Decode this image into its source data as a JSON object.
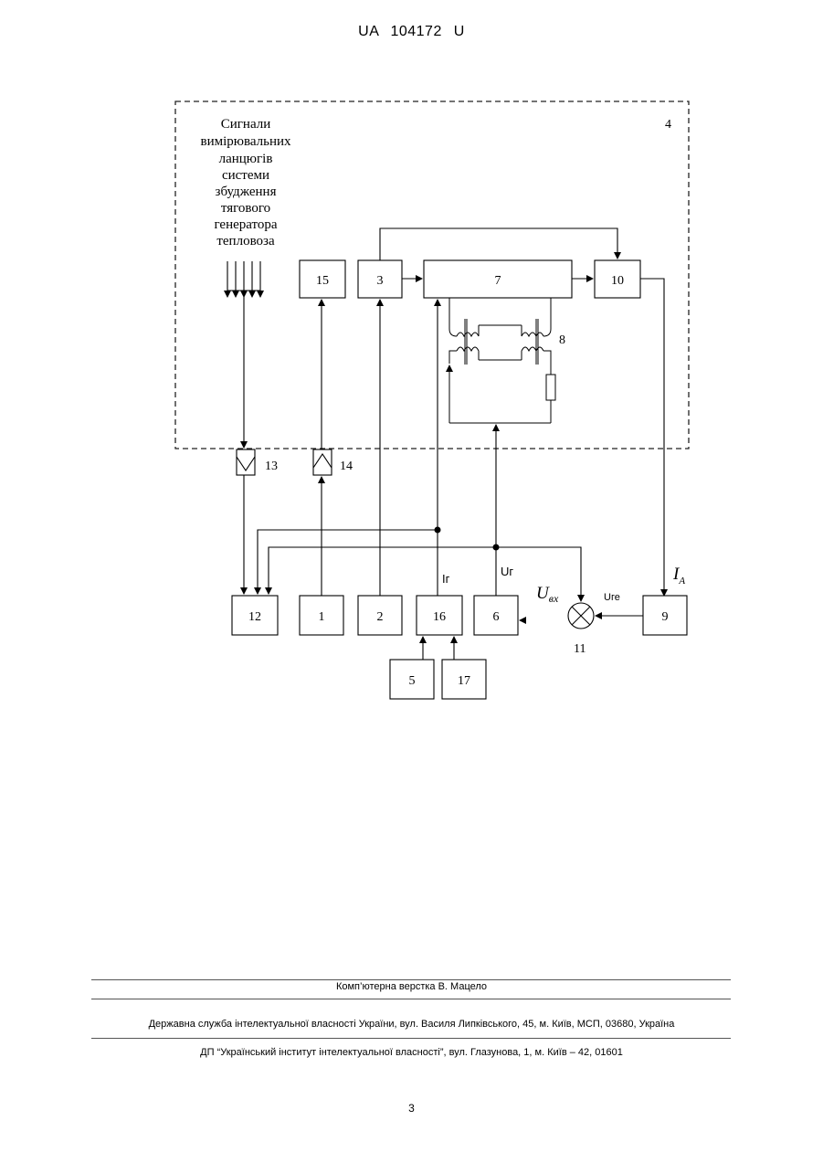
{
  "header": {
    "doc_number": "UA   104172   U"
  },
  "diagram": {
    "signals_caption": [
      "Сигнали",
      "вимірювальних",
      "ланцюгів",
      "системи",
      "збудження",
      "тягового",
      "генератора",
      "тепловоза"
    ],
    "region_label": "4",
    "blocks": {
      "b15": "15",
      "b3": "3",
      "b7": "7",
      "b10": "10",
      "b12": "12",
      "b1": "1",
      "b2": "2",
      "b16": "16",
      "b6": "6",
      "b9": "9",
      "b5": "5",
      "b17": "17"
    },
    "labels": {
      "transformer": "8",
      "converter_13": "13",
      "converter_14": "14",
      "comparator": "11",
      "current_ig": "Iг",
      "voltage_ug": "Uг",
      "input_voltage": "U",
      "input_voltage_sub": "вх",
      "voltage_uge": "Uге",
      "current_ia": "I",
      "current_ia_sub": "A"
    }
  },
  "footer": {
    "layout_credit": "Комп’ютерна верстка В. Мацело",
    "agency": "Державна служба інтелектуальної власності України, вул. Василя Липківського, 45, м. Київ, МСП, 03680, Україна",
    "institute": "ДП “Український інститут інтелектуальної власності”, вул. Глазунова, 1, м. Київ – 42, 01601"
  },
  "page_number": "3"
}
